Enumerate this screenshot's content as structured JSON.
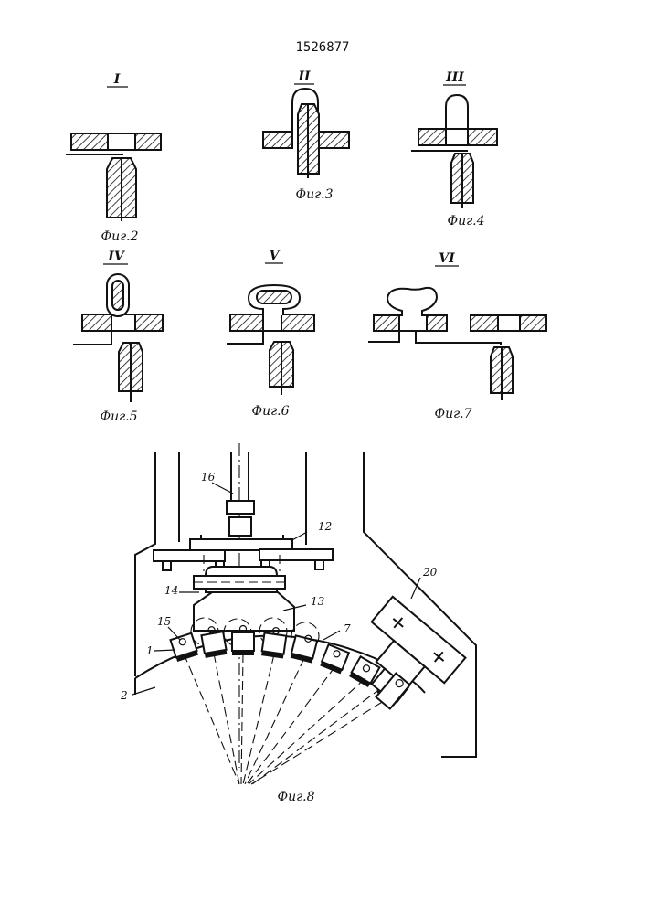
{
  "patent_number": "1526877",
  "figures": {
    "fig2": {
      "roman": "I",
      "caption": "Фиг.2"
    },
    "fig3": {
      "roman": "II",
      "caption": "Фиг.3"
    },
    "fig4": {
      "roman": "III",
      "caption": "Фиг.4"
    },
    "fig5": {
      "roman": "IV",
      "caption": "Фиг.5"
    },
    "fig6": {
      "roman": "V",
      "caption": "Фиг.6"
    },
    "fig7": {
      "roman": "VI",
      "caption": "Фиг.7"
    },
    "fig8": {
      "caption": "Фиг.8"
    }
  },
  "callouts": {
    "c16": "16",
    "c12": "12",
    "c14": "14",
    "c13": "13",
    "c20": "20",
    "c15": "15",
    "c1": "1",
    "c7": "7",
    "c2": "2"
  }
}
